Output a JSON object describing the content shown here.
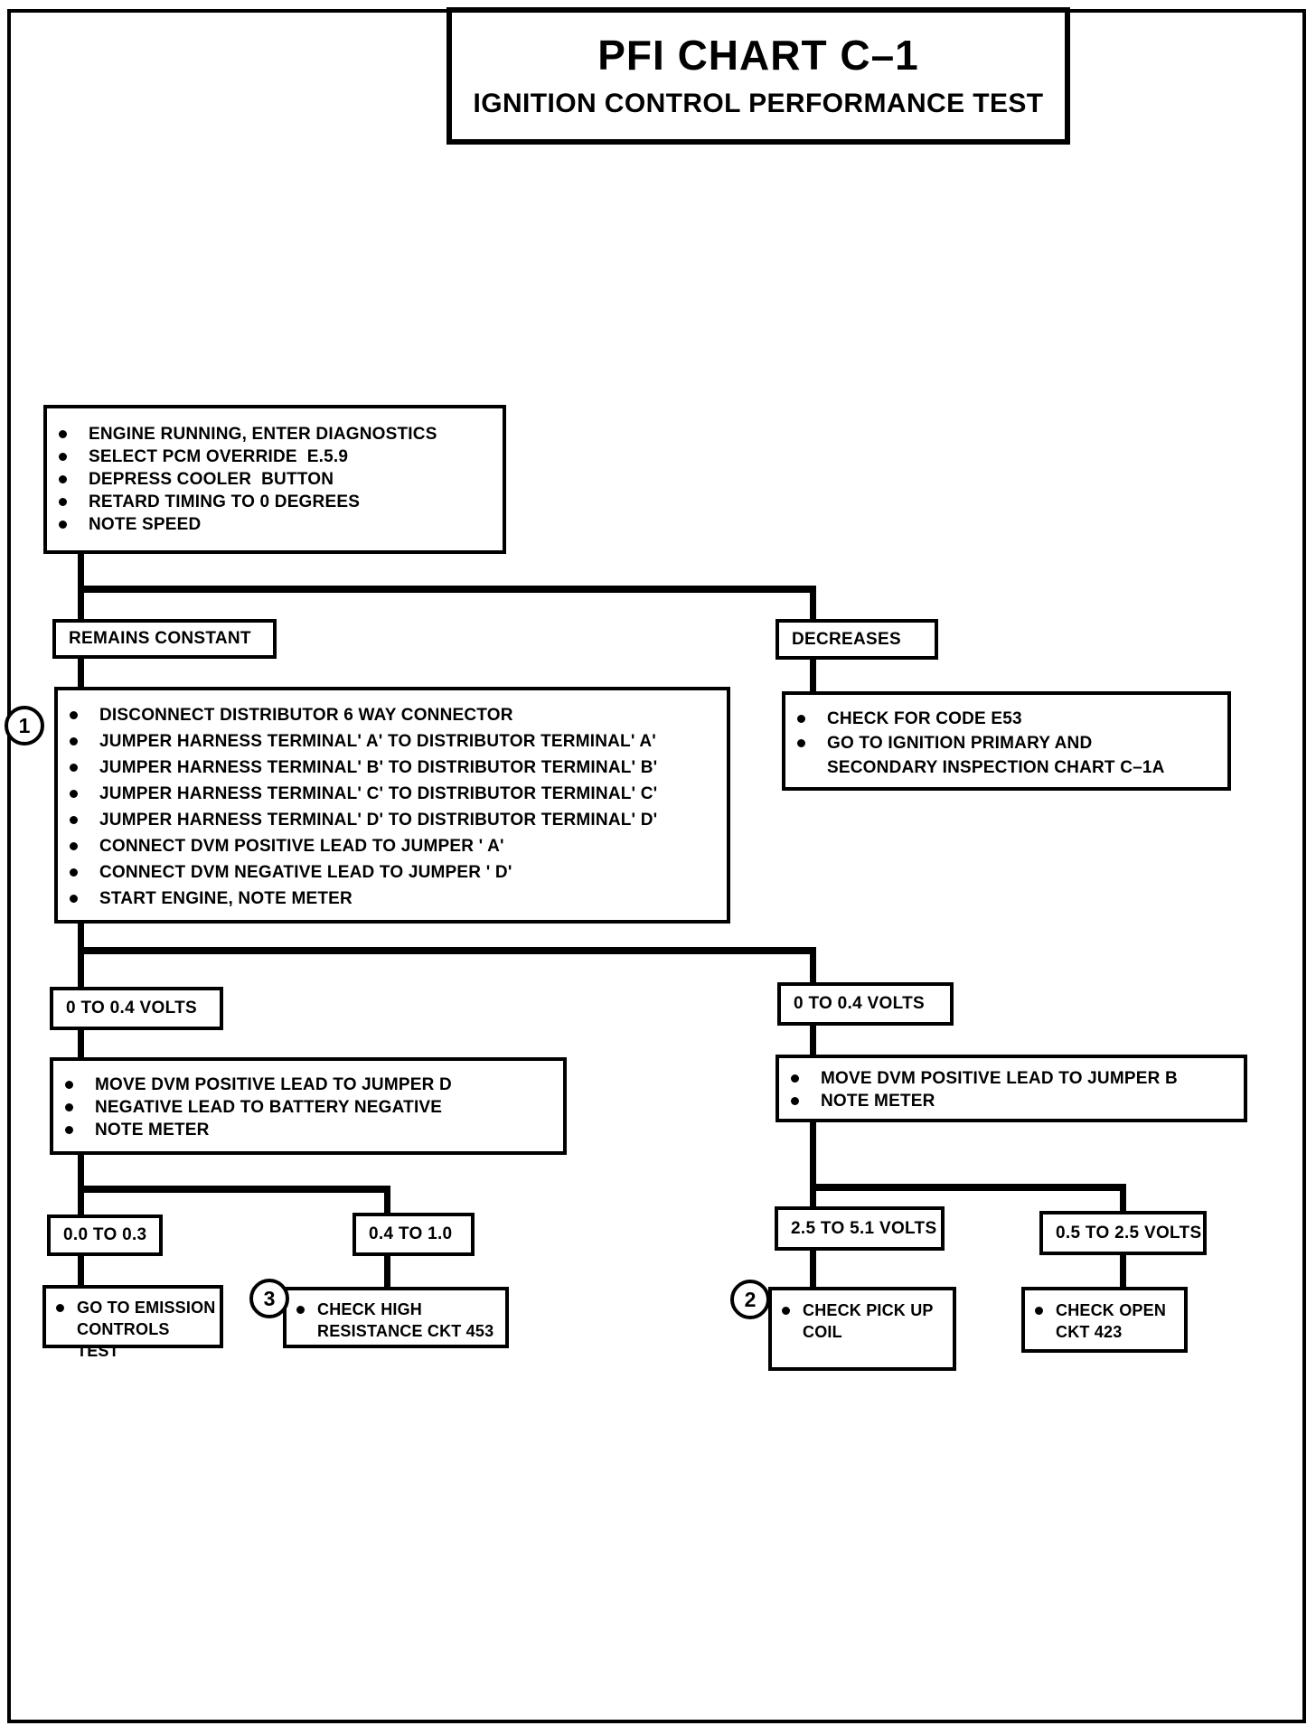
{
  "title_block": {
    "title": "PFI CHART C–1",
    "subtitle": "IGNITION CONTROL PERFORMANCE TEST"
  },
  "nodes": {
    "start": {
      "items": [
        "ENGINE RUNNING, ENTER DIAGNOSTICS",
        "SELECT PCM OVERRIDE  E.5.9",
        "DEPRESS COOLER  BUTTON",
        "RETARD TIMING TO 0 DEGREES",
        "NOTE SPEED"
      ]
    },
    "branch_remains": {
      "label": "REMAINS CONSTANT"
    },
    "branch_decreases": {
      "label": "DECREASES"
    },
    "jumper_steps": {
      "badge": "1",
      "items": [
        "DISCONNECT DISTRIBUTOR 6 WAY CONNECTOR",
        "JUMPER HARNESS TERMINAL' A' TO DISTRIBUTOR TERMINAL' A'",
        "JUMPER HARNESS TERMINAL' B' TO DISTRIBUTOR TERMINAL' B'",
        "JUMPER HARNESS TERMINAL' C' TO DISTRIBUTOR TERMINAL' C'",
        "JUMPER HARNESS TERMINAL' D' TO DISTRIBUTOR TERMINAL' D'",
        "CONNECT DVM POSITIVE LEAD TO JUMPER ' A'",
        "CONNECT DVM NEGATIVE LEAD TO JUMPER ' D'",
        "START ENGINE, NOTE METER"
      ]
    },
    "code_check": {
      "items": [
        "CHECK FOR CODE E53",
        "GO TO IGNITION PRIMARY AND\nSECONDARY INSPECTION CHART C–1A"
      ]
    },
    "volts_left": {
      "label": "0 TO 0.4 VOLTS"
    },
    "volts_right": {
      "label": "0 TO 0.4 VOLTS"
    },
    "move_dvm_left": {
      "items": [
        "MOVE DVM POSITIVE LEAD TO JUMPER D",
        "NEGATIVE LEAD TO BATTERY NEGATIVE",
        "NOTE METER"
      ]
    },
    "move_dvm_right": {
      "items": [
        "MOVE DVM POSITIVE LEAD TO JUMPER B",
        "NOTE METER"
      ]
    },
    "range_00_03": {
      "label": "0.0 TO 0.3"
    },
    "range_04_10": {
      "label": "0.4 TO 1.0"
    },
    "range_25_51": {
      "label": "2.5 TO 5.1 VOLTS"
    },
    "range_05_25": {
      "label": "0.5 TO 2.5 VOLTS"
    },
    "emission_test": {
      "items": [
        "GO TO EMISSION\nCONTROLS TEST"
      ]
    },
    "high_resistance": {
      "badge": "3",
      "items": [
        "CHECK HIGH\nRESISTANCE CKT 453"
      ]
    },
    "pickup_coil": {
      "badge": "2",
      "items": [
        "CHECK PICK UP\nCOIL"
      ]
    },
    "open_circuit": {
      "items": [
        "CHECK OPEN\nCKT 423"
      ]
    }
  }
}
